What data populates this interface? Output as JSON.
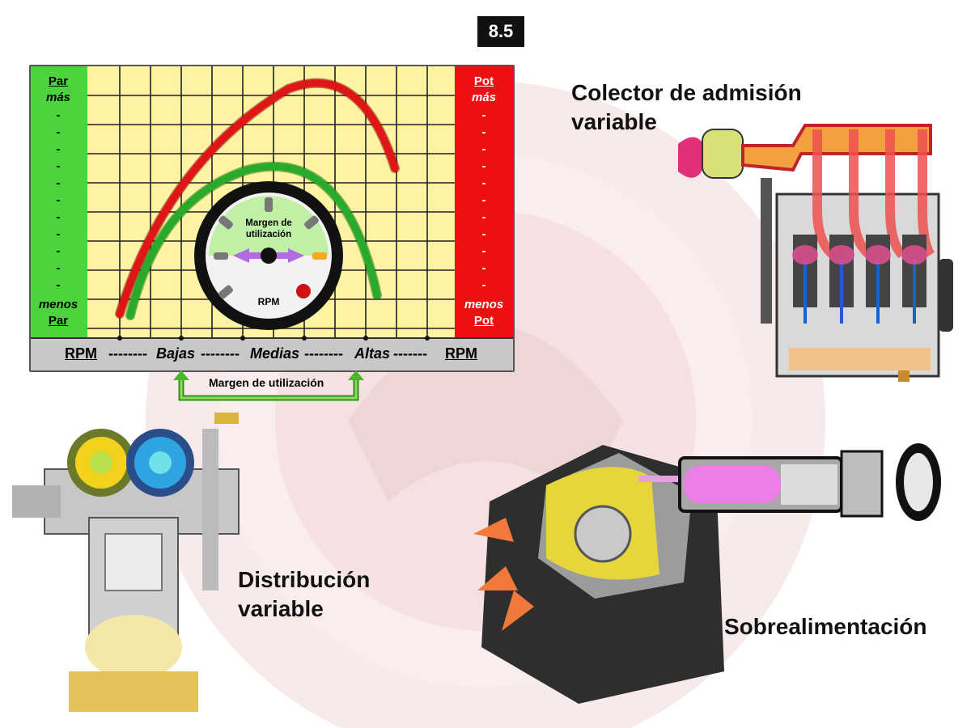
{
  "slide_number": "8.5",
  "chart": {
    "left_top": "Par",
    "left_top_sub": "más",
    "left_bottom": "menos",
    "left_bottom_sub": "Par",
    "right_top": "Pot",
    "right_top_sub": "más",
    "right_bottom": "menos",
    "right_bottom_sub": "Pot",
    "axis_left": "RPM",
    "axis_dashes1": "--------",
    "axis_low": "Bajas",
    "axis_dashes2": "--------",
    "axis_mid": "Medias",
    "axis_dashes3": "--------",
    "axis_high": "Altas",
    "axis_dashes4": "-------",
    "axis_right": "RPM",
    "gauge_label_1": "Margen de",
    "gauge_label_2": "utilización",
    "gauge_rpm": "RPM",
    "left_color": "#4cd43c",
    "right_color": "#ee1010",
    "grid_color": "#fdf3a0",
    "power_curve_color": "#e01515",
    "torque_curve_color": "#2aaa2a"
  },
  "margin_label": "Margen de utilización",
  "labels": {
    "intake_title_1": "Colector de admisión",
    "intake_title_2": "variable",
    "distribution_1": "Distribución",
    "distribution_2": "variable",
    "supercharging": "Sobrealimentación"
  }
}
